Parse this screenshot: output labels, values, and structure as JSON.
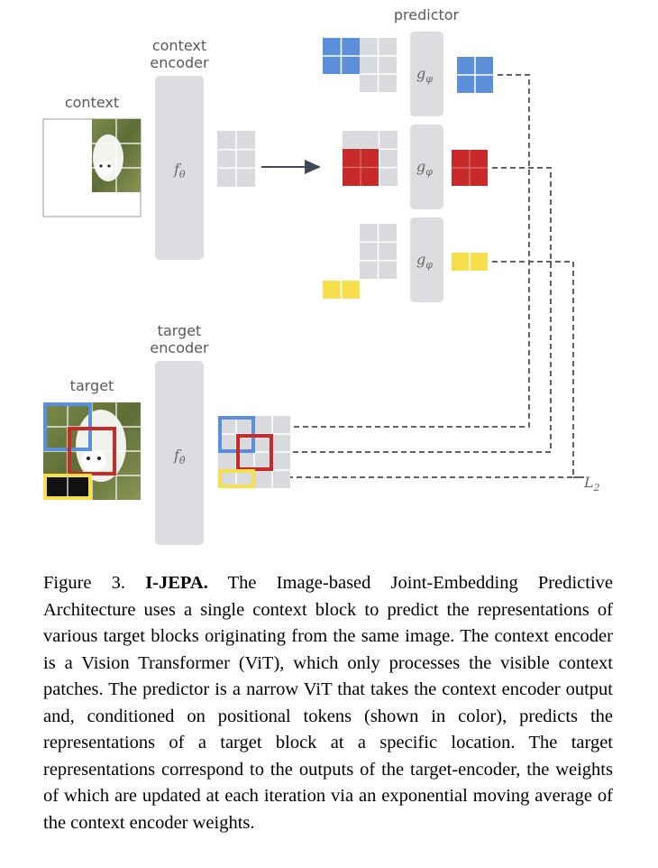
{
  "figure": {
    "labels": {
      "context": "context",
      "context_encoder": [
        "context",
        "encoder"
      ],
      "target": "target",
      "target_encoder": [
        "target",
        "encoder"
      ],
      "predictor": "predictor",
      "loss": "L",
      "loss_sub": "2"
    },
    "functions": {
      "context_f": "f",
      "context_f_sub": "θ",
      "target_f": "f",
      "target_f_sub": "θ̄",
      "predictor_g": "g",
      "predictor_g_sub": "φ"
    },
    "colors": {
      "blue": "#5b8fd9",
      "red": "#c82a2a",
      "yellow": "#f5e04c",
      "gray_block": "#d9dadd",
      "encoder_bar": "#dcdde0",
      "dashed_line": "#5a6470"
    }
  },
  "caption": {
    "label": "Figure 3.",
    "title": "I-JEPA.",
    "text": "The Image-based Joint-Embedding Predictive Architecture uses a single context block to predict the representations of various target blocks originating from the same image. The context encoder is a Vision Transformer (ViT), which only processes the visible context patches. The predictor is a narrow ViT that takes the context encoder output and, conditioned on positional tokens (shown in color), predicts the representations of a target block at a specific location. The target representations correspond to the outputs of the target-encoder, the weights of which are updated at each iteration via an exponential moving average of the context encoder weights."
  }
}
